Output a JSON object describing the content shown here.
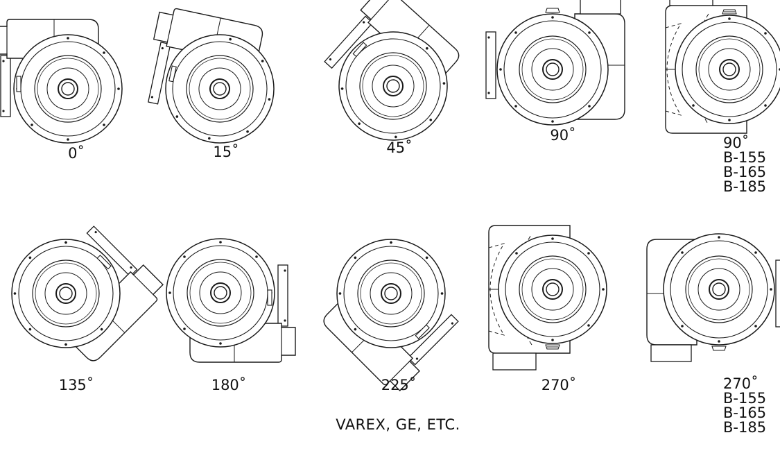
{
  "footer": "VAREX, GE, ETC.",
  "palette": {
    "stroke": "#1a1a1a",
    "fill": "#ffffff"
  },
  "orientations": [
    {
      "id": "0",
      "label": "0˚",
      "models": [],
      "angle": 0,
      "style": "standard"
    },
    {
      "id": "15",
      "label": "15˚",
      "models": [],
      "angle": 15,
      "style": "standard"
    },
    {
      "id": "45",
      "label": "45˚",
      "models": [],
      "angle": 45,
      "style": "standard"
    },
    {
      "id": "90",
      "label": "90˚",
      "models": [],
      "angle": 90,
      "style": "standard"
    },
    {
      "id": "90b",
      "label": "90˚",
      "models": [
        "B-155",
        "B-165",
        "B-185"
      ],
      "angle": 90,
      "style": "bmodel"
    },
    {
      "id": "135",
      "label": "135˚",
      "models": [],
      "angle": 135,
      "style": "standard"
    },
    {
      "id": "180",
      "label": "180˚",
      "models": [],
      "angle": 180,
      "style": "standard"
    },
    {
      "id": "225",
      "label": "225˚",
      "models": [],
      "angle": 225,
      "style": "standard"
    },
    {
      "id": "270",
      "label": "270˚",
      "models": [],
      "angle": 270,
      "style": "bmodel-flip"
    },
    {
      "id": "270b",
      "label": "270˚",
      "models": [
        "B-155",
        "B-165",
        "B-185"
      ],
      "angle": 270,
      "style": "bmodel-cut"
    }
  ]
}
